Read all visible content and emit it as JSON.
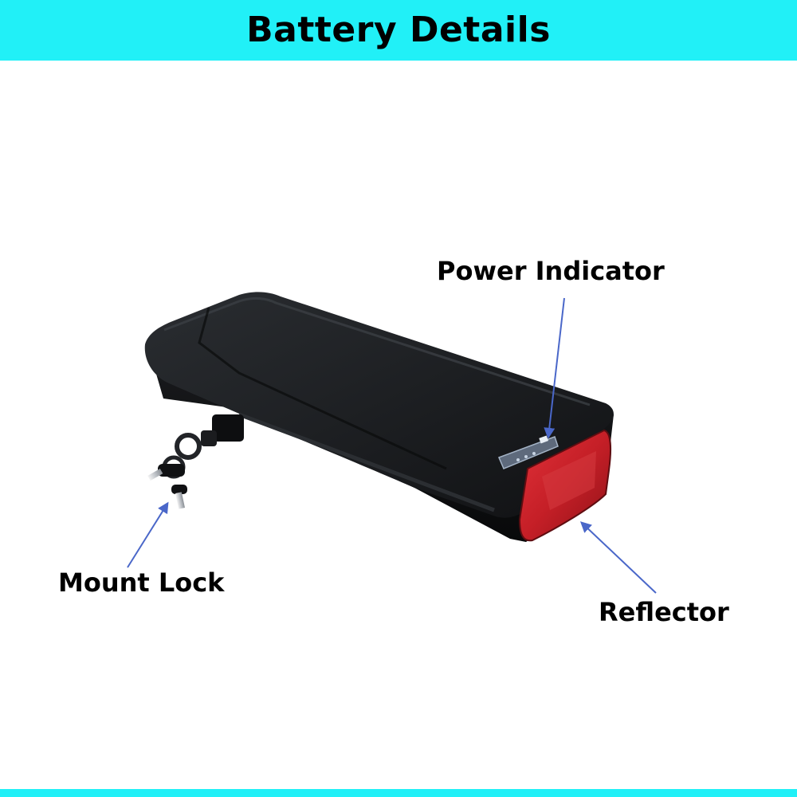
{
  "header": {
    "title": "Battery Details"
  },
  "callouts": {
    "power_indicator": "Power Indicator",
    "mount_lock": "Mount Lock",
    "reflector": "Reflector"
  },
  "colors": {
    "accent_bar": "#21f0f7",
    "callout_arrow": "#4a67c9",
    "battery_body": "#17191c",
    "reflector": "#c8222a"
  },
  "product": {
    "image": "rear-rack-battery-photo"
  }
}
